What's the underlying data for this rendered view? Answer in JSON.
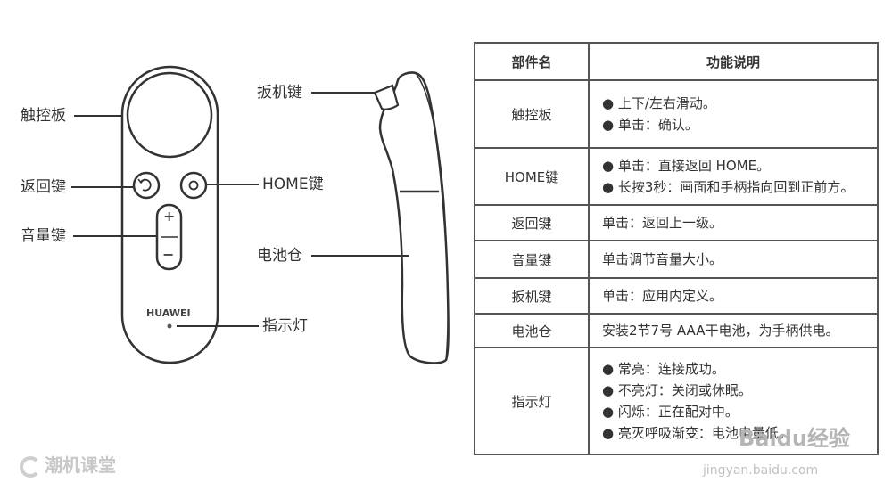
{
  "labels": {
    "touchpad": "触控板",
    "back_key": "返回键",
    "volume_key": "音量键",
    "trigger_key": "扳机键",
    "home_key": "HOME键",
    "battery": "电池仓",
    "indicator": "指示灯",
    "brand": "HUAWEI",
    "plus": "+",
    "minus": "−"
  },
  "table": {
    "headers": [
      "部件名",
      "功能说明"
    ],
    "rows": [
      {
        "name": "触控板",
        "desc": [
          "● 上下/左右滑动。",
          "● 单击：确认。"
        ]
      },
      {
        "name": "HOME键",
        "desc": [
          "● 单击：直接返回 HOME。",
          "● 长按3秒：画面和手柄指向回到正前方。"
        ]
      },
      {
        "name": "返回键",
        "desc": [
          "单击：返回上一级。"
        ]
      },
      {
        "name": "音量键",
        "desc": [
          "单击调节音量大小。"
        ]
      },
      {
        "name": "扳机键",
        "desc": [
          "单击：应用内定义。"
        ]
      },
      {
        "name": "电池仓",
        "desc": [
          "安装2节7号 AAA干电池，为手柄供电。"
        ]
      },
      {
        "name": "指示灯",
        "desc": [
          "● 常亮：连接成功。",
          "● 不亮灯：关闭或休眠。",
          "● 闪烁：正在配对中。",
          "● 亮灭呼吸渐变：电池电量低。"
        ]
      }
    ]
  },
  "footer": {
    "logo_text": "潮机课堂",
    "watermark_title": "Baidu经验",
    "watermark_url": "jingyan.baidu.com"
  }
}
